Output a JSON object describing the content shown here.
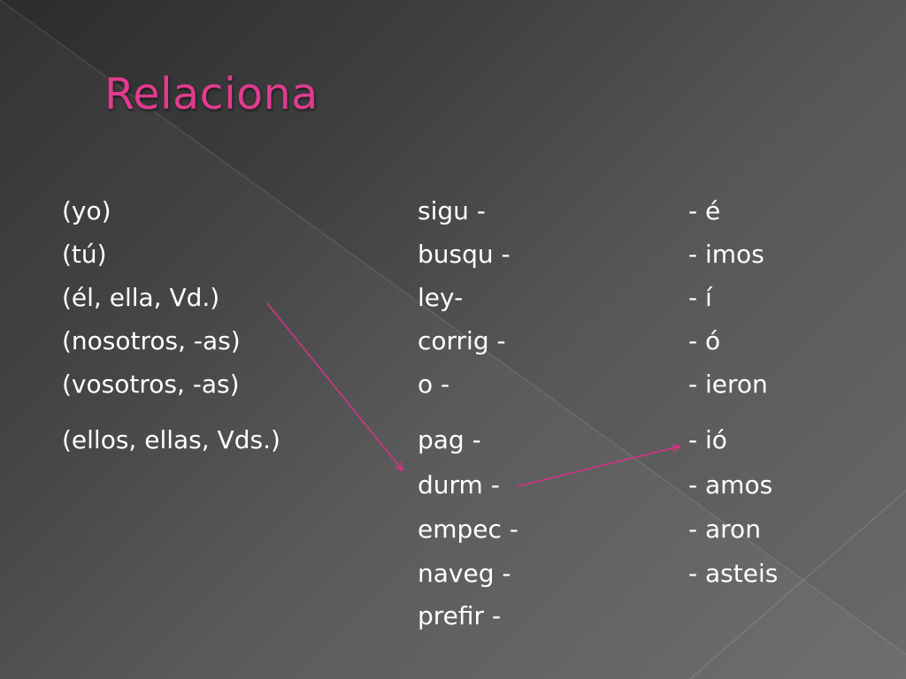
{
  "title": "Relaciona",
  "subjects": [
    "(yo)",
    "(tú)",
    "(él, ella, Vd.)",
    "(nosotros, -as)",
    "(vosotros, -as)",
    "(ellos, ellas, Vds.)"
  ],
  "stems": [
    "sigu -",
    "busqu -",
    "ley-",
    "corrig -",
    "o -",
    "pag -",
    "durm -",
    "empec -",
    "naveg -",
    "prefir -"
  ],
  "endings": [
    "- é",
    "- imos",
    "- í",
    "- ó",
    "- ieron",
    "- ió",
    "- amos",
    "- aron",
    "- asteis"
  ],
  "colors": {
    "title": "#e23b8f",
    "arrow": "#d63384",
    "text": "#ffffff"
  }
}
